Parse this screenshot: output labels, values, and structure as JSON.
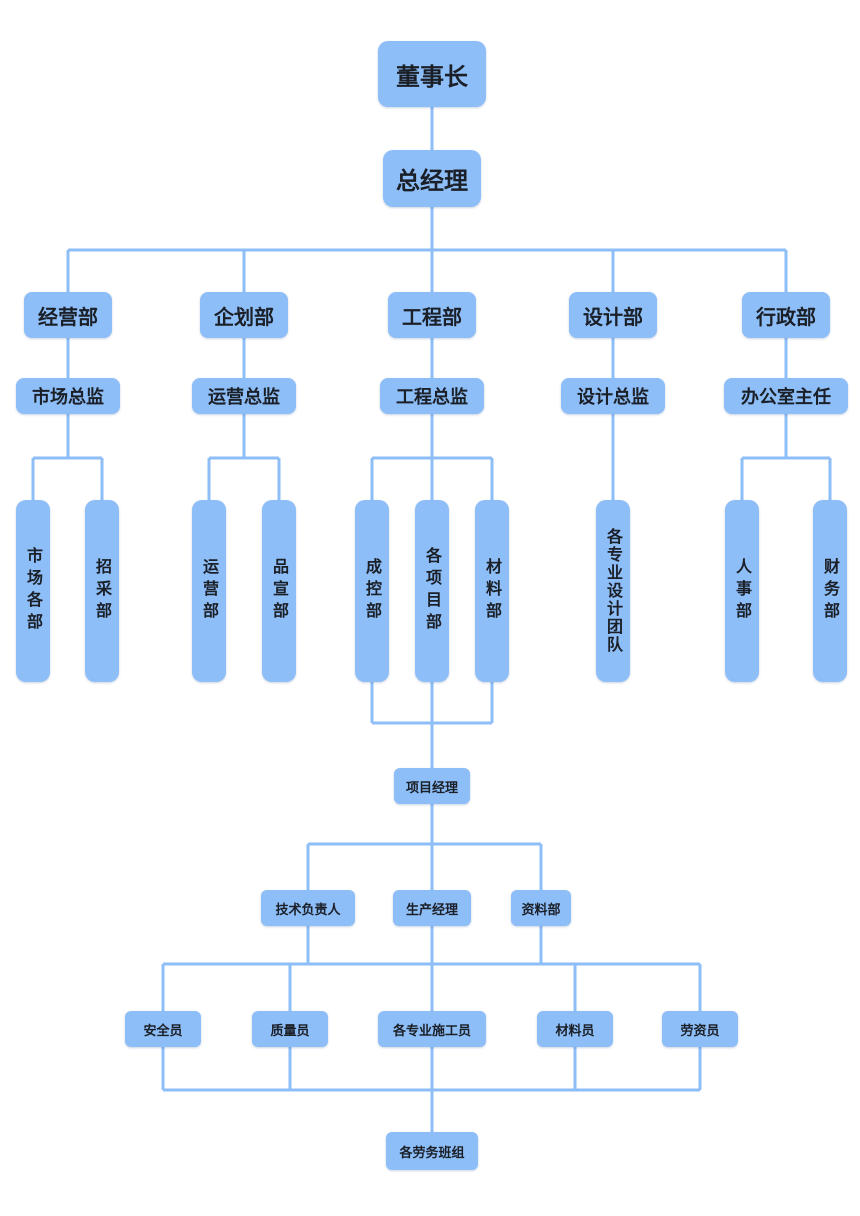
{
  "chairman": "董事长",
  "general_manager": "总经理",
  "departments": {
    "business": {
      "name": "经营部",
      "head": "市场总监",
      "units": [
        "市场各部",
        "招采部"
      ]
    },
    "planning": {
      "name": "企划部",
      "head": "运营总监",
      "units": [
        "运营部",
        "品宣部"
      ]
    },
    "engineering": {
      "name": "工程部",
      "head": "工程总监",
      "units": [
        "成控部",
        "各项目部",
        "材料部"
      ]
    },
    "design": {
      "name": "设计部",
      "head": "设计总监",
      "units": [
        "各专业设计团队"
      ]
    },
    "admin": {
      "name": "行政部",
      "head": "办公室主任",
      "units": [
        "人事部",
        "财务部"
      ]
    }
  },
  "project": {
    "manager": "项目经理",
    "second_tier": [
      "技术负责人",
      "生产经理",
      "资料部"
    ],
    "staff": [
      "安全员",
      "质量员",
      "各专业施工员",
      "材料员",
      "劳资员"
    ],
    "teams": "各劳务班组"
  },
  "colors": {
    "node_fill": "#8dbef7",
    "line": "#8dbef7",
    "text": "#1b1f27",
    "background": "#ffffff"
  }
}
